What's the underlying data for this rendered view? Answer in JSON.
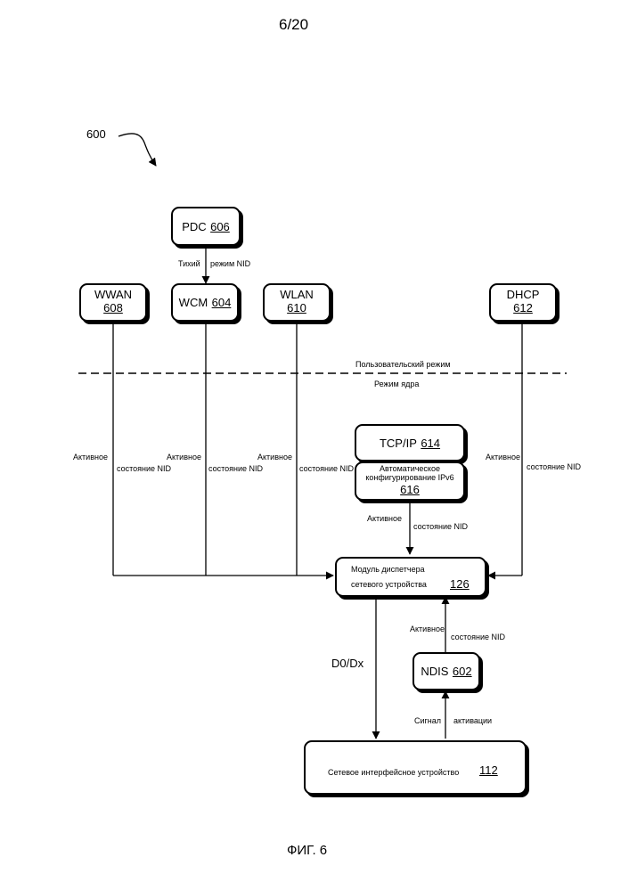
{
  "page_number": "6/20",
  "figure_ref": "600",
  "figure_caption": "ФИГ. 6",
  "mode_labels": {
    "user": "Пользовательский режим",
    "kernel": "Режим ядра"
  },
  "nodes": {
    "pdc": {
      "name": "PDC",
      "num": "606"
    },
    "wwan": {
      "name": "WWAN",
      "num": "608"
    },
    "wcm": {
      "name": "WCM",
      "num": "604"
    },
    "wlan": {
      "name": "WLAN",
      "num": "610"
    },
    "dhcp": {
      "name": "DHCP",
      "num": "612"
    },
    "tcpip": {
      "name": "TCP/IP",
      "num": "614"
    },
    "ipv6": {
      "line1": "Автоматическое",
      "line2": "конфигурирование IPv6",
      "num": "616"
    },
    "ndm": {
      "line1": "Модуль диспетчера",
      "line2": "сетевого устройства",
      "num": "126"
    },
    "ndis": {
      "name": "NDIS",
      "num": "602"
    },
    "nid": {
      "name": "Сетевое интерфейсное устройство",
      "num": "112"
    }
  },
  "edge_labels": {
    "pdc_wcm": {
      "a": "Тихий",
      "b": "режим NID"
    },
    "wwan": {
      "a": "Активное",
      "b": "состояние NID"
    },
    "wcm": {
      "a": "Активное",
      "b": "состояние NID"
    },
    "wlan": {
      "a": "Активное",
      "b": "состояние NID"
    },
    "dhcp": {
      "a": "Активное",
      "b": "состояние NID"
    },
    "ipv6": {
      "a": "Активное",
      "b": "состояние NID"
    },
    "ndis": {
      "a": "Активное",
      "b": "состояние NID"
    },
    "d0dx": "D0/Dx",
    "signal": {
      "a": "Сигнал",
      "b": "активации"
    }
  }
}
